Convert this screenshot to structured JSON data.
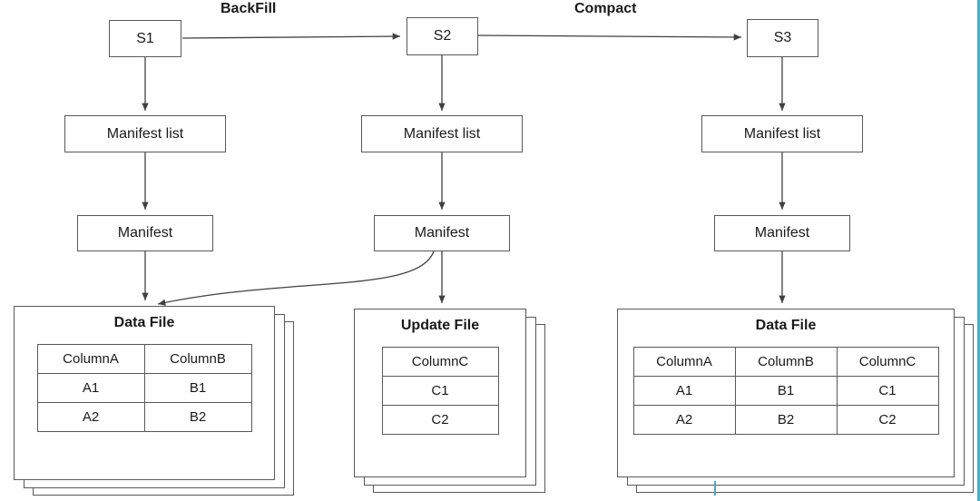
{
  "transitions": {
    "backfill": "BackFill",
    "compact": "Compact"
  },
  "snapshots": [
    "S1",
    "S2",
    "S3"
  ],
  "labels": {
    "manifest_list": "Manifest list",
    "manifest": "Manifest"
  },
  "files": [
    {
      "title": "Data File",
      "headers": [
        "ColumnA",
        "ColumnB"
      ],
      "rows": [
        [
          "A1",
          "B1"
        ],
        [
          "A2",
          "B2"
        ]
      ]
    },
    {
      "title": "Update File",
      "headers": [
        "ColumnC"
      ],
      "rows": [
        [
          "C1"
        ],
        [
          "C2"
        ]
      ]
    },
    {
      "title": "Data File",
      "headers": [
        "ColumnA",
        "ColumnB",
        "ColumnC"
      ],
      "rows": [
        [
          "A1",
          "B1",
          "C1"
        ],
        [
          "A2",
          "B2",
          "C2"
        ]
      ]
    }
  ],
  "colors": {
    "line": "#404040",
    "border": "#595959",
    "accent": "#4bacc6"
  }
}
